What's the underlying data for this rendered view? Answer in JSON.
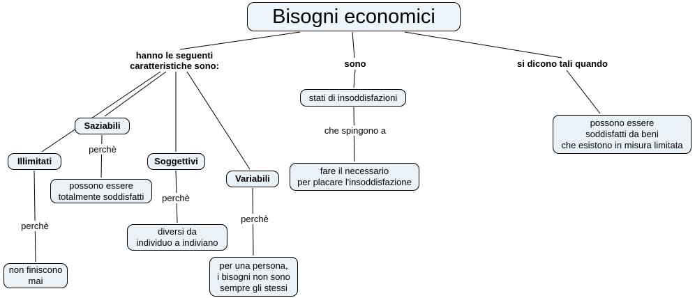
{
  "title": {
    "text": "Bisogni economici"
  },
  "branches": {
    "caratteristiche_label": "hanno le seguenti\ncaratteristiche sono:",
    "sono_label": "sono",
    "si_dicono_label": "si dicono tali quando"
  },
  "characteristics": [
    {
      "name": "Illimitati",
      "connector": "perchè",
      "detail": "non finiscono\nmai"
    },
    {
      "name": "Saziabili",
      "connector": "perchè",
      "detail": "possono essere\ntotalmente soddisfatti"
    },
    {
      "name": "Soggettivi",
      "connector": "perchè",
      "detail": "diversi da\nindividuo a indiviano"
    },
    {
      "name": "Variabili",
      "connector": "perchè",
      "detail": "per una persona,\ni bisogni non sono\nsempre gli stessi"
    }
  ],
  "sono_chain": {
    "node1": "stati di insoddisfazioni",
    "connector": "che spingono a",
    "node2": "fare il necessario\nper placare l'insoddisfazione"
  },
  "si_dicono": {
    "node": "possono essere\nsoddisfatti da beni\nche esistono in misura limitata"
  },
  "colors": {
    "node_bg": "#eaf2f8",
    "node_border": "#000000",
    "line": "#000000"
  }
}
